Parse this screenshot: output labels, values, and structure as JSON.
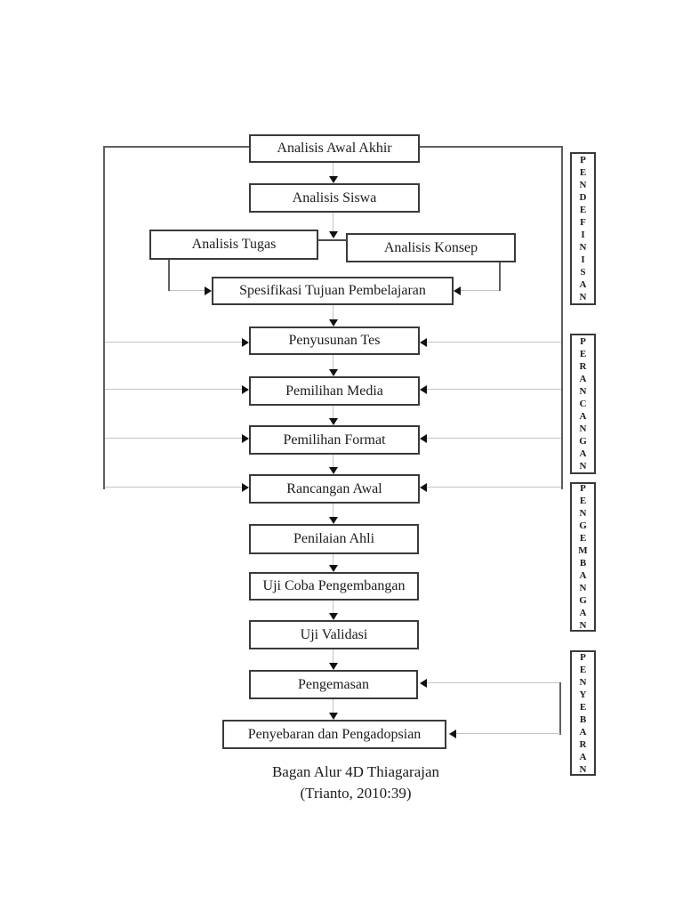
{
  "diagram": {
    "title": "Bagan Alur 4D Thiagarajan",
    "boxes": [
      {
        "id": "analisis-awal-akhir",
        "label": "Analisis Awal Akhir"
      },
      {
        "id": "analisis-siswa",
        "label": "Analisis Siswa"
      },
      {
        "id": "analisis-tugas",
        "label": "Analisis Tugas"
      },
      {
        "id": "analisis-konsep",
        "label": "Analisis Konsep"
      },
      {
        "id": "spesifikasi-tujuan-pembelajaran",
        "label": "Spesifikasi Tujuan Pembelajaran"
      },
      {
        "id": "penyusunan-tes",
        "label": "Penyusunan Tes"
      },
      {
        "id": "pemilihan-media",
        "label": "Pemilihan Media"
      },
      {
        "id": "pemilihan-format",
        "label": "Pemilihan Format"
      },
      {
        "id": "rancangan-awal",
        "label": "Rancangan Awal"
      },
      {
        "id": "penilaian-ahli",
        "label": "Penilaian Ahli"
      },
      {
        "id": "uji-coba-pengembangan",
        "label": "Uji Coba Pengembangan"
      },
      {
        "id": "uji-validasi",
        "label": "Uji Validasi"
      },
      {
        "id": "pengemasan",
        "label": "Pengemasan"
      },
      {
        "id": "penyebaran-dan-pengadopsian",
        "label": "Penyebaran dan Pengadopsian"
      }
    ],
    "phases": [
      {
        "name": "PENDEFINISAN",
        "letters": "P\nE\nN\nD\nE\nF\nI\nN\nI\nS\nA\nN"
      },
      {
        "name": "PERANCANGAN",
        "letters": "P\nE\nR\nA\nN\nC\nA\nN\nG\nA\nN"
      },
      {
        "name": "PENGEMBANGAN",
        "letters": "P\nE\nN\nG\nE\nM\nB\nA\nN\nG\nA\nN"
      },
      {
        "name": "PENYEBARAN",
        "letters": "P\nE\nN\nY\nE\nB\nA\nR\nA\nN"
      }
    ],
    "caption": {
      "line1": "Bagan Alur 4D Thiagarajan",
      "line2": "(Trianto, 2010:39)"
    },
    "colors": {
      "box_border": "#3a3a3a",
      "dark_line": "#5f5f5f",
      "light_line": "#c4c4c4",
      "arrowhead": "#111111",
      "text": "#1c1c1c",
      "background": "#ffffff"
    }
  }
}
